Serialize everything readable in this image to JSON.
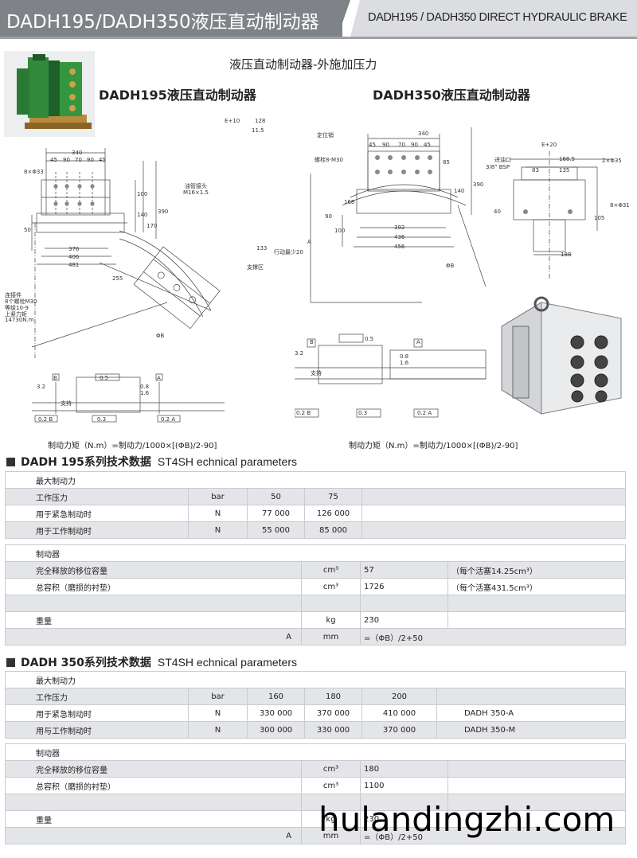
{
  "header": {
    "title_left": "DADH195/DADH350液压直动制动器",
    "title_right": "DADH195 / DADH350 DIRECT HYDRAULIC BRAKE"
  },
  "titles": {
    "main": "液压直动制动器-外施加压力",
    "dadh195": "DADH195液压直动制动器",
    "dadh350": "DADH350液压直动制动器"
  },
  "drawing195": {
    "dims_top": [
      "340",
      "45",
      "90",
      "70",
      "90",
      "45"
    ],
    "holes": "8×Φ33",
    "dims_bottom": [
      "376",
      "406",
      "481"
    ],
    "dims_side": [
      "100",
      "140",
      "390",
      "170",
      "50"
    ],
    "oil_port": "油管接头",
    "oil_thread": "M16×1.5",
    "e_dim": "E+10",
    "dims_right": [
      "128",
      "11.5",
      "133"
    ],
    "gap_note": "行动最少20",
    "support": "支撑区",
    "angle": "255",
    "connector": [
      "连接件",
      "8个螺栓M30",
      "等级10-9",
      "上紧力矩",
      "14730N.m"
    ],
    "phi_b": "ΦB",
    "tol_b": "B",
    "tol_a": "A",
    "tol_vals": [
      "0.5",
      "0.2 B",
      "0.3",
      "0.2 A"
    ],
    "surface": [
      "3.2",
      "0.8",
      "1.6"
    ],
    "support_label": "支持"
  },
  "drawing350": {
    "locator": "定位销",
    "bolts": "螺栓8-M30",
    "dims_top": [
      "340",
      "45",
      "90",
      "70",
      "90",
      "45"
    ],
    "dims_side": [
      "85",
      "140",
      "390",
      "168",
      "90",
      "100"
    ],
    "dims_bottom": [
      "392",
      "436",
      "456"
    ],
    "phi_b": "ΦB",
    "a_label": "A",
    "inlet": "进油口",
    "inlet_thread": "3/8\" BSP",
    "e_dim": "E+20",
    "dims_right": [
      "168.5",
      "83",
      "135",
      "2×Φ35",
      "8×Φ31",
      "40",
      "105",
      "188"
    ],
    "tol_b": "B",
    "tol_a": "A",
    "tol_vals": [
      "0.5",
      "0.2 B",
      "0.3",
      "0.2 A"
    ],
    "surface": [
      "3.2",
      "0.8",
      "1.6"
    ],
    "support_label": "支持"
  },
  "formulas": {
    "f195": "制动力矩（N.m）=制动力/1000×[(ΦB)/2-90]",
    "f350": "制动力矩（N.m）=制动力/1000×[(ΦB)/2-90]"
  },
  "table195": {
    "heading_zh": "DADH 195系列技术数据",
    "heading_en": "ST4SH echnical parameters",
    "group1": "最大制动力",
    "pressure_label": "工作压力",
    "pressure_unit": "bar",
    "pressures": [
      "50",
      "75"
    ],
    "emergency_label": "用于紧急制动时",
    "emergency_unit": "N",
    "emergency": [
      "77 000",
      "126 000"
    ],
    "working_label": "用于工作制动时",
    "working_unit": "N",
    "working": [
      "55 000",
      "85 000"
    ],
    "group2": "制动器",
    "release_label": "完全释放的移位容量",
    "release_unit": "cm³",
    "release_value": "57",
    "release_note": "（每个活塞14.25cm³）",
    "volume_label": "总容积（磨损的衬垫）",
    "volume_unit": "cm³",
    "volume_value": "1726",
    "volume_note": "（每个活塞431.5cm³）",
    "weight_label": "重量",
    "weight_unit": "kg",
    "weight_value": "230",
    "a_label": "A",
    "a_unit": "mm",
    "a_value": "=（ΦB）/2+50"
  },
  "table350": {
    "heading_zh": "DADH 350系列技术数据",
    "heading_en": "ST4SH echnical parameters",
    "group1": "最大制动力",
    "pressure_label": "工作压力",
    "pressure_unit": "bar",
    "pressures": [
      "160",
      "180",
      "200"
    ],
    "emergency_label": "用于紧急制动时",
    "emergency_unit": "N",
    "emergency": [
      "330 000",
      "370 000",
      "410 000"
    ],
    "emergency_model": "DADH 350-A",
    "working_label": "用与工作制动时",
    "working_unit": "N",
    "working": [
      "300 000",
      "330 000",
      "370 000"
    ],
    "working_model": "DADH 350-M",
    "group2": "制动器",
    "release_label": "完全释放的移位容量",
    "release_unit": "cm³",
    "release_value": "180",
    "volume_label": "总容积（磨损的衬垫）",
    "volume_unit": "cm³",
    "volume_value": "1100",
    "weight_label": "重量",
    "weight_unit": "kg",
    "weight_value": "230",
    "a_label": "A",
    "a_unit": "mm",
    "a_value": "=（ΦB）/2+50"
  },
  "watermark": "hulandingzhi.com",
  "colors": {
    "header_dark": "#7f8286",
    "header_light": "#dcdde0",
    "row_gray": "#e4e5e8",
    "photo_green": "#2f8a3c"
  }
}
